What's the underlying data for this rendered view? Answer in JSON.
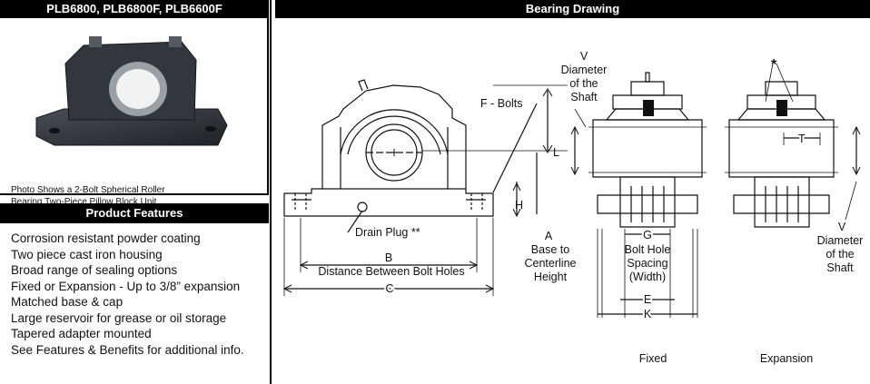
{
  "left_header": "PLB6800, PLB6800F, PLB6600F",
  "photo_caption_line1": "Photo Shows a 2-Bolt Spherical Roller",
  "photo_caption_line2": "Bearing Two-Piece Pillow Block Unit",
  "features_header": "Product Features",
  "features": [
    "Corrosion resistant powder coating",
    "Two piece cast iron housing",
    "Broad range of sealing options",
    "Fixed or Expansion - Up to 3/8” expansion",
    "Matched base & cap",
    "Large reservoir for grease or oil storage",
    "Tapered adapter mounted",
    "See Features & Benefits for additional info."
  ],
  "drawing_header": "Bearing Drawing",
  "labels": {
    "f_bolts": "F - Bolts",
    "v_top": [
      "V",
      "Diameter",
      "of the",
      "Shaft"
    ],
    "l": "L",
    "h": "H",
    "a": [
      "A",
      "Base to",
      "Centerline",
      "Height"
    ],
    "drain_plug": "Drain Plug **",
    "b": "B",
    "b_desc": "Distance Between Bolt Holes",
    "c": "C",
    "g": "G",
    "g_desc": [
      "Bolt Hole",
      "Spacing",
      "(Width)"
    ],
    "e": "E",
    "k": "K",
    "star": "*",
    "t": "T",
    "v_right": [
      "V",
      "Diameter",
      "of the",
      "Shaft"
    ],
    "fixed": "Fixed",
    "expansion": "Expansion"
  },
  "colors": {
    "header_bg": "#000000",
    "header_text": "#ffffff",
    "housing": "#2b2e33",
    "line": "#111111"
  }
}
